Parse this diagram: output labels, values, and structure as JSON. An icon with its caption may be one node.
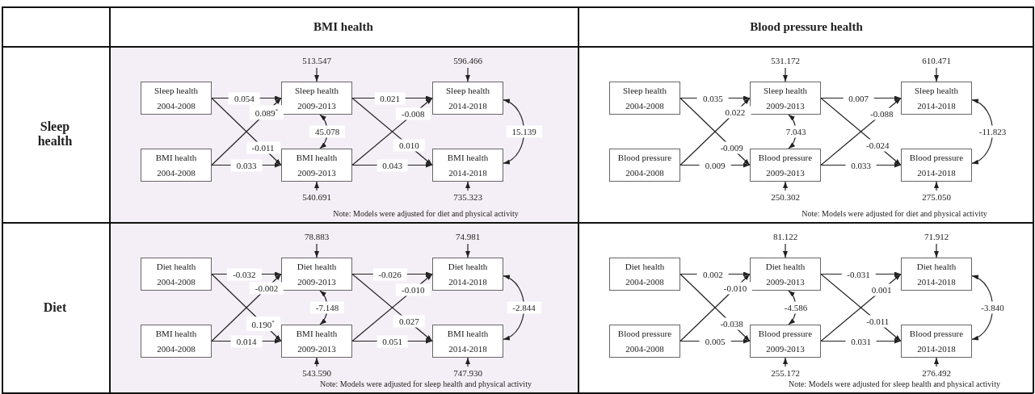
{
  "diagram": {
    "nodes": [
      {
        "text": [
          "Note: Models were adjusted for diet and physical activity"
        ]
      },
      {
        "text": [
          "513.547"
        ],
        "in": 0
      },
      {
        "text": [
          "596.466"
        ],
        "in": 0
      },
      {
        "text": [
          "Sleep health",
          "2004-2008"
        ],
        "in": 0
      },
      {
        "text": [
          "Sleep health",
          "2009-2013"
        ],
        "in": 0
      },
      {
        "text": [
          "Sleep health",
          "2014-2018"
        ],
        "in": 0
      },
      {
        "text": [
          "BMI health",
          "2004-2008"
        ],
        "in": 0
      },
      {
        "text": [
          "BMI health",
          "2009-2013"
        ],
        "in": 0
      },
      {
        "text": [
          "BMI health",
          "2014-2018"
        ],
        "in": 0
      },
      {
        "text": [
          "540.691"
        ],
        "in": 0
      },
      {
        "text": [
          "735.323"
        ],
        "in": 0
      },
      {
        "text": [
          "Note: Models were adjusted for diet and physical activity"
        ]
      },
      {
        "text": [
          "531.172"
        ],
        "in": 11
      },
      {
        "text": [
          "610.471"
        ],
        "in": 11
      },
      {
        "text": [
          "Sleep health",
          "2004-2008"
        ],
        "in": 11
      },
      {
        "text": [
          "Sleep health",
          "2009-2013"
        ],
        "in": 11
      },
      {
        "text": [
          "Sleep health",
          "2014-2018"
        ],
        "in": 11
      },
      {
        "text": [
          "Blood pressure",
          "2004-2008"
        ],
        "in": 11
      },
      {
        "text": [
          "Blood pressure",
          "2009-2013"
        ],
        "in": 11
      },
      {
        "text": [
          "Blood pressure",
          "2014-2018"
        ],
        "in": 11
      },
      {
        "text": [
          "250.302"
        ],
        "in": 11
      },
      {
        "text": [
          "275.050"
        ],
        "in": 11
      },
      {
        "text": [
          "Note: Models were adjusted for sleep health and physical activity"
        ]
      },
      {
        "text": [
          "78.883"
        ],
        "in": 22
      },
      {
        "text": [
          "74.981"
        ],
        "in": 22
      },
      {
        "text": [
          "Diet health",
          "2004-2008"
        ],
        "in": 22
      },
      {
        "text": [
          "Diet health",
          "2009-2013"
        ],
        "in": 22
      },
      {
        "text": [
          "Diet health",
          "2014-2018"
        ],
        "in": 22
      },
      {
        "text": [
          "BMI health",
          "2004-2008"
        ],
        "in": 22
      },
      {
        "text": [
          "BMI health",
          "2009-2013"
        ],
        "in": 22
      },
      {
        "text": [
          "BMI health",
          "2014-2018"
        ],
        "in": 22
      },
      {
        "text": [
          "543.590"
        ],
        "in": 22
      },
      {
        "text": [
          "747.930"
        ],
        "in": 22
      },
      {
        "text": [
          "Note: Models were adjusted for sleep health and physical activity"
        ]
      },
      {
        "text": [
          "81.122"
        ],
        "in": 33
      },
      {
        "text": [
          "71.912"
        ],
        "in": 33
      },
      {
        "text": [
          "Diet health",
          "2004-2008"
        ],
        "in": 33
      },
      {
        "text": [
          "Diet health",
          "2009-2013"
        ],
        "in": 33
      },
      {
        "text": [
          "Diet health",
          "2014-2018"
        ],
        "in": 33
      },
      {
        "text": [
          "Blood pressure",
          "2004-2008"
        ],
        "in": 33
      },
      {
        "text": [
          "Blood pressure",
          "2009-2013"
        ],
        "in": 33
      },
      {
        "text": [
          "Blood pressure",
          "2014-2018"
        ],
        "in": 33
      },
      {
        "text": [
          "255.172"
        ],
        "in": 33
      },
      {
        "text": [
          "276.492"
        ],
        "in": 33
      }
    ],
    "edges": [
      {
        "from": 3,
        "to": 4,
        "arrow": "to",
        "label": "0.054"
      },
      {
        "from": 6,
        "to": 4,
        "arrow": "to",
        "label": "0.089$^{*}$"
      },
      {
        "from": 3,
        "to": 7,
        "arrow": "to",
        "label": "-0.011"
      },
      {
        "from": 6,
        "to": 7,
        "arrow": "to",
        "label": "0.033"
      },
      {
        "from": 4,
        "to": 7,
        "arrow": "both",
        "label": "45.078"
      },
      {
        "from": 4,
        "to": 5,
        "arrow": "to",
        "label": "0.021"
      },
      {
        "from": 7,
        "to": 5,
        "arrow": "to",
        "label": "-0.008"
      },
      {
        "from": 4,
        "to": 8,
        "arrow": "to",
        "label": "0.010"
      },
      {
        "from": 7,
        "to": 8,
        "arrow": "to",
        "label": "0.043"
      },
      {
        "from": 5,
        "to": 8,
        "arrow": "both",
        "label": "15.139"
      },
      {
        "from": 1,
        "to": 4,
        "arrow": "to"
      },
      {
        "from": 2,
        "to": 5,
        "arrow": "to"
      },
      {
        "from": 9,
        "to": 7,
        "arrow": "to"
      },
      {
        "from": 10,
        "to": 8,
        "arrow": "to"
      },
      {
        "from": 14,
        "to": 15,
        "arrow": "to",
        "label": "0.035"
      },
      {
        "from": 17,
        "to": 15,
        "arrow": "to",
        "label": "0.022"
      },
      {
        "from": 14,
        "to": 18,
        "arrow": "to",
        "label": "-0.009"
      },
      {
        "from": 17,
        "to": 18,
        "arrow": "to",
        "label": "0.009"
      },
      {
        "from": 15,
        "to": 18,
        "arrow": "both",
        "label": "7.043"
      },
      {
        "from": 15,
        "to": 16,
        "arrow": "to",
        "label": "0.007"
      },
      {
        "from": 18,
        "to": 16,
        "arrow": "to",
        "label": "-0.088"
      },
      {
        "from": 15,
        "to": 19,
        "arrow": "to",
        "label": "-0.024"
      },
      {
        "from": 18,
        "to": 19,
        "arrow": "to",
        "label": "0.033"
      },
      {
        "from": 16,
        "to": 19,
        "arrow": "both",
        "label": "-11.823"
      },
      {
        "from": 12,
        "to": 15,
        "arrow": "to"
      },
      {
        "from": 13,
        "to": 16,
        "arrow": "to"
      },
      {
        "from": 20,
        "to": 18,
        "arrow": "to"
      },
      {
        "from": 21,
        "to": 19,
        "arrow": "to"
      },
      {
        "from": 25,
        "to": 26,
        "arrow": "to",
        "label": "-0.032"
      },
      {
        "from": 28,
        "to": 26,
        "arrow": "to",
        "label": "-0.002"
      },
      {
        "from": 25,
        "to": 29,
        "arrow": "to",
        "label": "0.190$^{*}$"
      },
      {
        "from": 28,
        "to": 29,
        "arrow": "to",
        "label": "0.014"
      },
      {
        "from": 26,
        "to": 29,
        "arrow": "both",
        "label": "-7.148"
      },
      {
        "from": 26,
        "to": 27,
        "arrow": "to",
        "label": "-0.026"
      },
      {
        "from": 29,
        "to": 27,
        "arrow": "to",
        "label": "-0.010"
      },
      {
        "from": 26,
        "to": 30,
        "arrow": "to",
        "label": "0.027"
      },
      {
        "from": 29,
        "to": 30,
        "arrow": "to",
        "label": "0.051"
      },
      {
        "from": 27,
        "to": 30,
        "arrow": "both",
        "label": "-2.844"
      },
      {
        "from": 23,
        "to": 26,
        "arrow": "to"
      },
      {
        "from": 24,
        "to": 27,
        "arrow": "to"
      },
      {
        "from": 31,
        "to": 29,
        "arrow": "to"
      },
      {
        "from": 32,
        "to": 30,
        "arrow": "to"
      },
      {
        "from": 36,
        "to": 37,
        "arrow": "to",
        "label": "0.002"
      },
      {
        "from": 39,
        "to": 37,
        "arrow": "to",
        "label": "-0.010"
      },
      {
        "from": 36,
        "to": 40,
        "arrow": "to",
        "label": "-0.038"
      },
      {
        "from": 39,
        "to": 40,
        "arrow": "to",
        "label": "0.005"
      },
      {
        "from": 37,
        "to": 40,
        "arrow": "both",
        "label": "-4.586"
      },
      {
        "from": 37,
        "to": 38,
        "arrow": "to",
        "label": "-0.031"
      },
      {
        "from": 40,
        "to": 38,
        "arrow": "to",
        "label": "0.001"
      },
      {
        "from": 37,
        "to": 41,
        "arrow": "to",
        "label": "-0.011"
      },
      {
        "from": 40,
        "to": 41,
        "arrow": "to",
        "label": "0.031"
      },
      {
        "from": 38,
        "to": 41,
        "arrow": "both",
        "label": "-3.840"
      },
      {
        "from": 34,
        "to": 37,
        "arrow": "to"
      },
      {
        "from": 35,
        "to": 38,
        "arrow": "to"
      },
      {
        "from": 42,
        "to": 40,
        "arrow": "to"
      },
      {
        "from": 43,
        "to": 41,
        "arrow": "to"
      }
    ],
    "labels": [
      "BMI health",
      "Blood pressure health",
      "Sleep health",
      "Diet"
    ]
  }
}
